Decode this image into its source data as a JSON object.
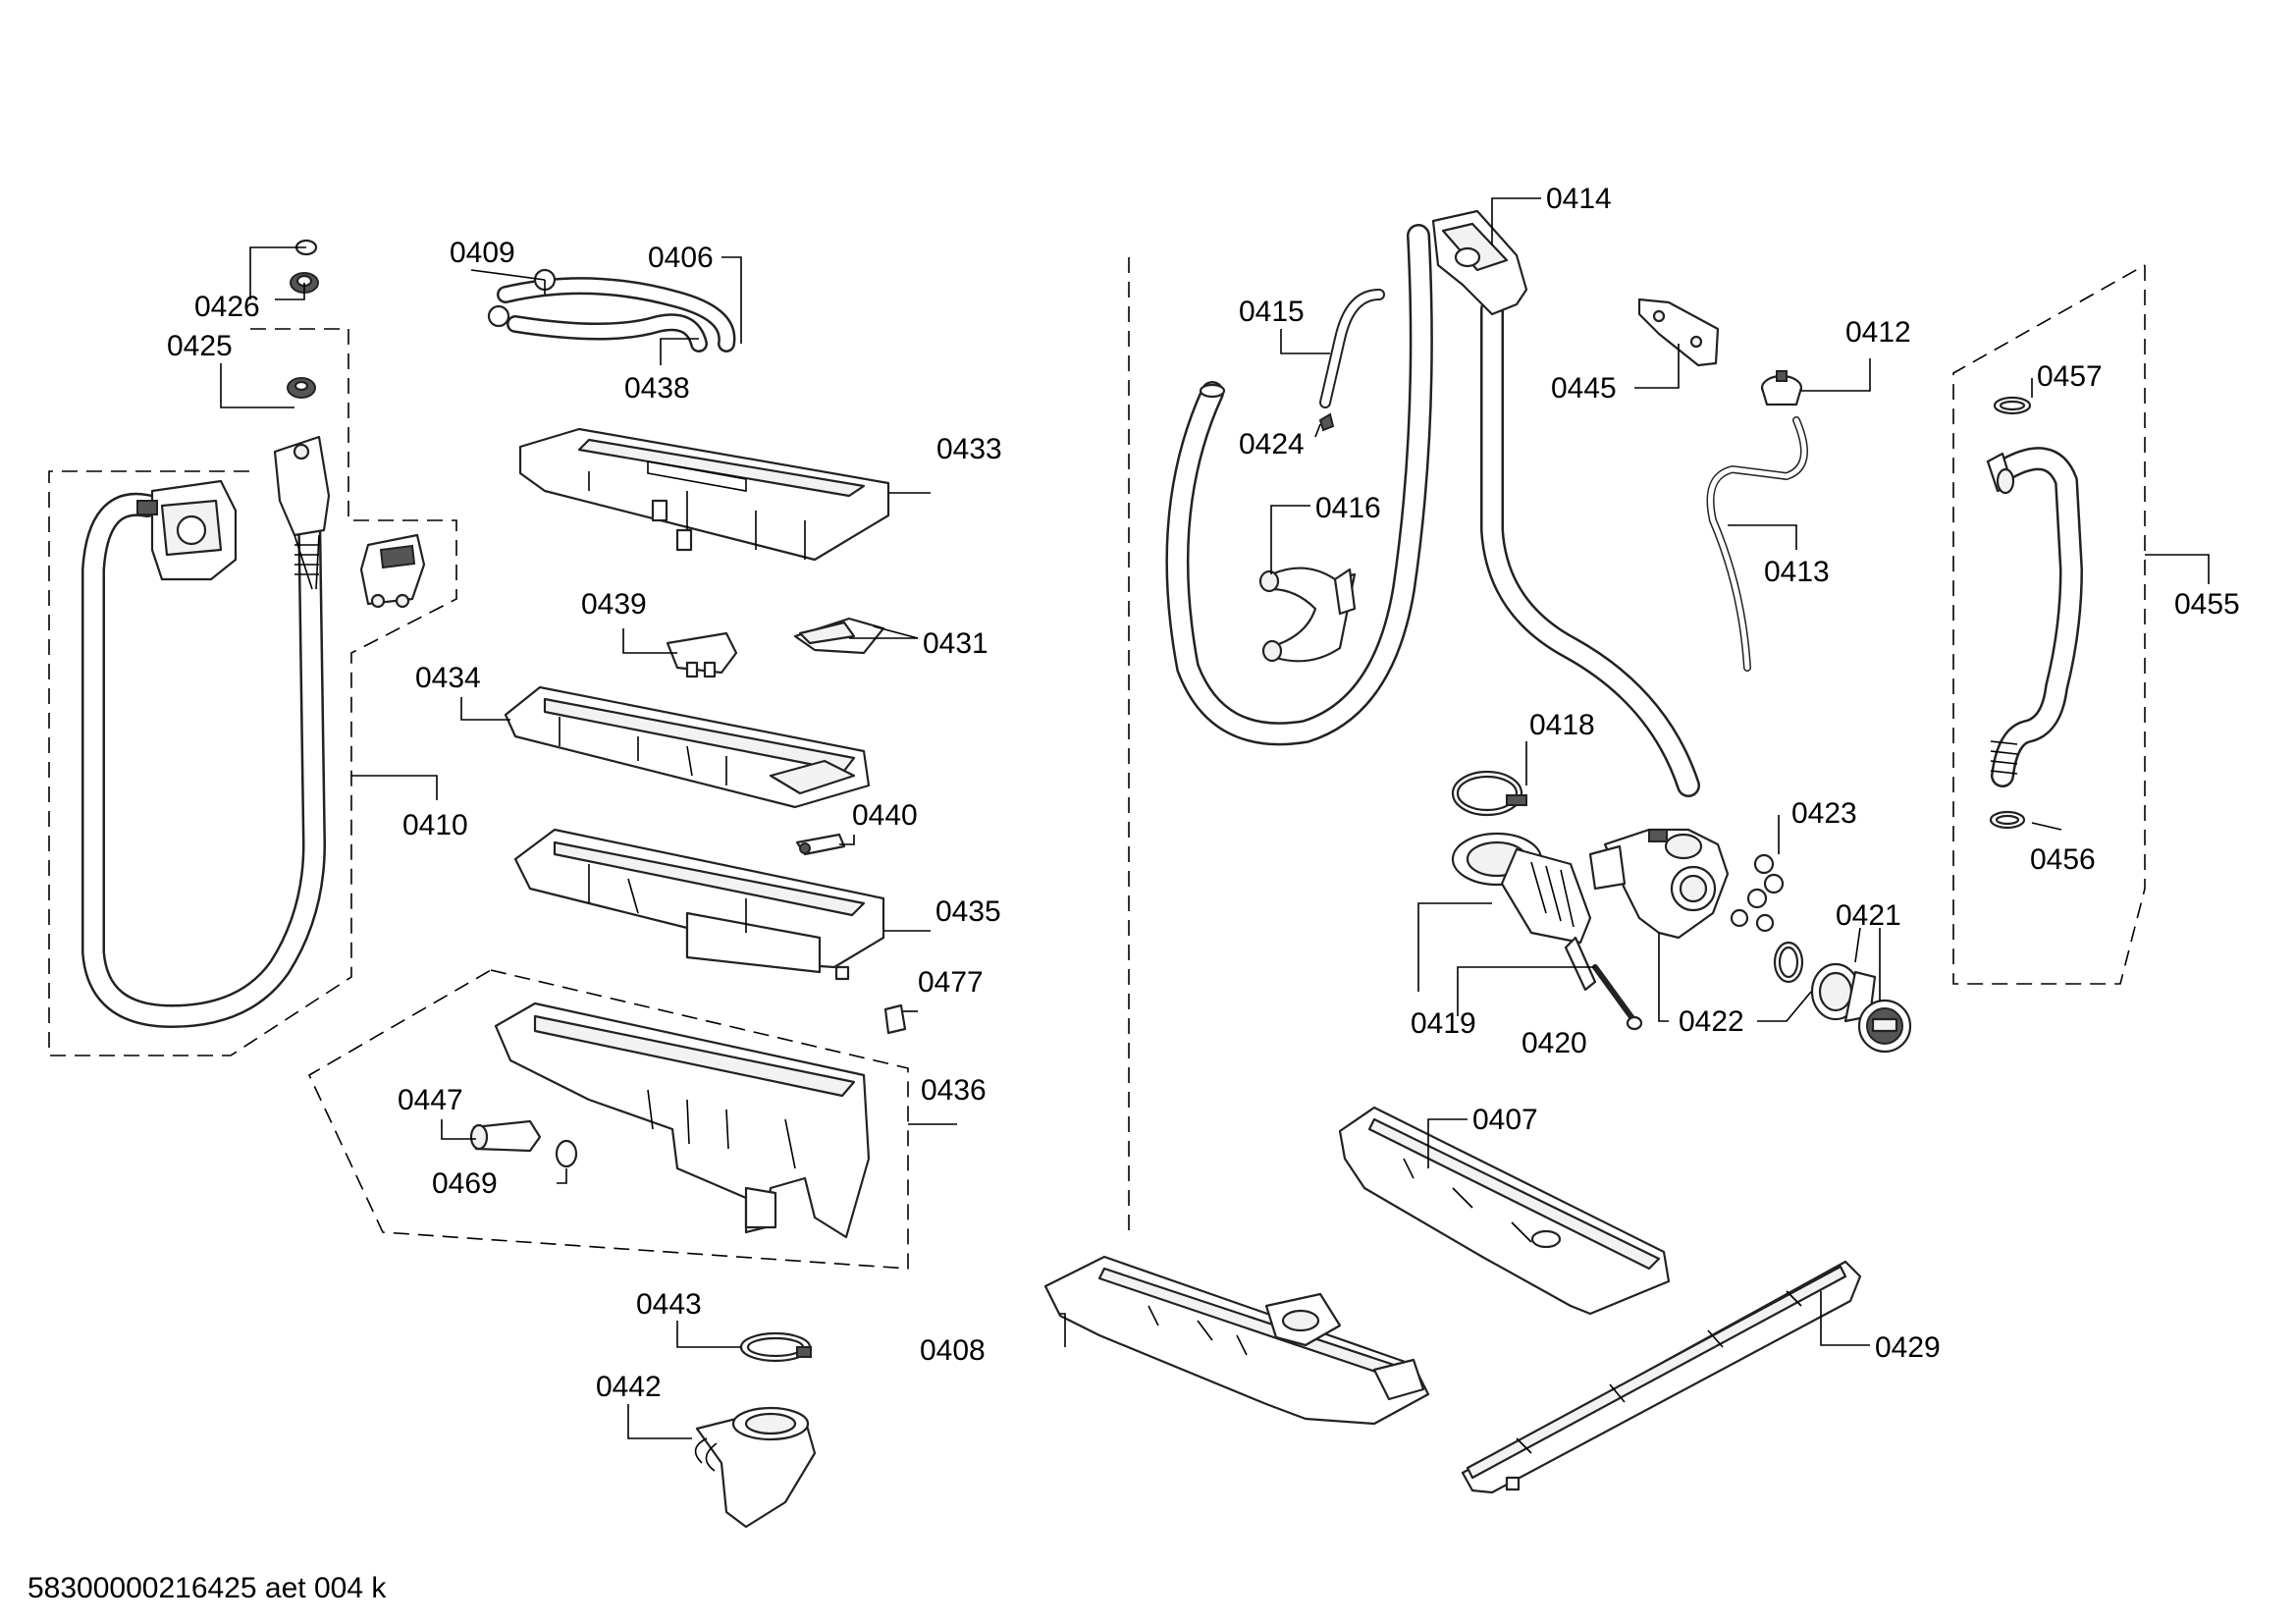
{
  "callouts": [
    {
      "id": "0406",
      "text": "0406"
    },
    {
      "id": "0407",
      "text": "0407"
    },
    {
      "id": "0408",
      "text": "0408"
    },
    {
      "id": "0409",
      "text": "0409"
    },
    {
      "id": "0410",
      "text": "0410"
    },
    {
      "id": "0412",
      "text": "0412"
    },
    {
      "id": "0413",
      "text": "0413"
    },
    {
      "id": "0414",
      "text": "0414"
    },
    {
      "id": "0415",
      "text": "0415"
    },
    {
      "id": "0416",
      "text": "0416"
    },
    {
      "id": "0418",
      "text": "0418"
    },
    {
      "id": "0419",
      "text": "0419"
    },
    {
      "id": "0420",
      "text": "0420"
    },
    {
      "id": "0421",
      "text": "0421"
    },
    {
      "id": "0422",
      "text": "0422"
    },
    {
      "id": "0423",
      "text": "0423"
    },
    {
      "id": "0424",
      "text": "0424"
    },
    {
      "id": "0425",
      "text": "0425"
    },
    {
      "id": "0426",
      "text": "0426"
    },
    {
      "id": "0429",
      "text": "0429"
    },
    {
      "id": "0431",
      "text": "0431"
    },
    {
      "id": "0433",
      "text": "0433"
    },
    {
      "id": "0434",
      "text": "0434"
    },
    {
      "id": "0435",
      "text": "0435"
    },
    {
      "id": "0436",
      "text": "0436"
    },
    {
      "id": "0438",
      "text": "0438"
    },
    {
      "id": "0439",
      "text": "0439"
    },
    {
      "id": "0440",
      "text": "0440"
    },
    {
      "id": "0442",
      "text": "0442"
    },
    {
      "id": "0443",
      "text": "0443"
    },
    {
      "id": "0445",
      "text": "0445"
    },
    {
      "id": "0447",
      "text": "0447"
    },
    {
      "id": "0455",
      "text": "0455"
    },
    {
      "id": "0456",
      "text": "0456"
    },
    {
      "id": "0457",
      "text": "0457"
    },
    {
      "id": "0469",
      "text": "0469"
    },
    {
      "id": "0477",
      "text": "0477"
    }
  ],
  "footer": {
    "drawing_number": "58300000216425 aet 004 k"
  }
}
